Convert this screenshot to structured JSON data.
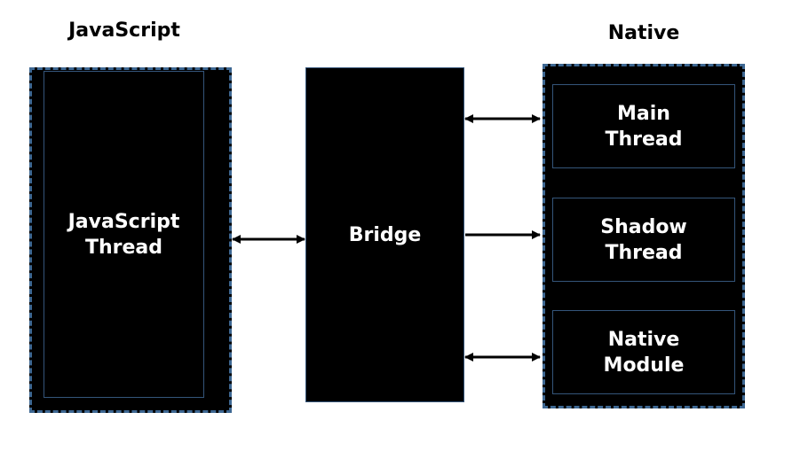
{
  "headings": {
    "javascript": "JavaScript",
    "native": "Native"
  },
  "nodes": {
    "javascript_thread": {
      "line1": "JavaScript",
      "line2": "Thread"
    },
    "bridge": "Bridge",
    "main_thread": {
      "line1": "Main",
      "line2": "Thread"
    },
    "shadow_thread": {
      "line1": "Shadow",
      "line2": "Thread"
    },
    "native_module": {
      "line1": "Native",
      "line2": "Module"
    }
  },
  "edges": [
    {
      "from": "javascript_thread",
      "to": "bridge",
      "direction": "both"
    },
    {
      "from": "bridge",
      "to": "main_thread",
      "direction": "both"
    },
    {
      "from": "bridge",
      "to": "shadow_thread",
      "direction": "forward"
    },
    {
      "from": "bridge",
      "to": "native_module",
      "direction": "both"
    }
  ],
  "colors": {
    "box_fill": "#000000",
    "group_border": "#3e6893",
    "box_border": "#34557a",
    "label_text": "#ffffff",
    "arrow": "#000000"
  }
}
